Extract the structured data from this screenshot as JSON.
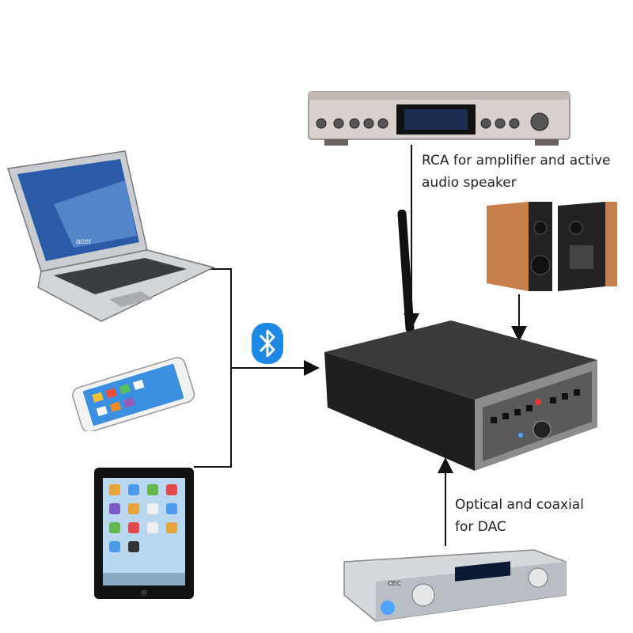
{
  "labels": {
    "rca_line1": "RCA for amplifier and active",
    "rca_line2": "audio speaker",
    "optical_line1": "Optical and coaxial",
    "optical_line2": "for DAC"
  },
  "device_text": {
    "laptop_brand": "acer",
    "dac_brand": "CEC"
  },
  "colors": {
    "bluetooth": "#1e88e5",
    "connector": "#111111",
    "receiver_body": "#2b2b2b",
    "wood": "#c8804a"
  }
}
